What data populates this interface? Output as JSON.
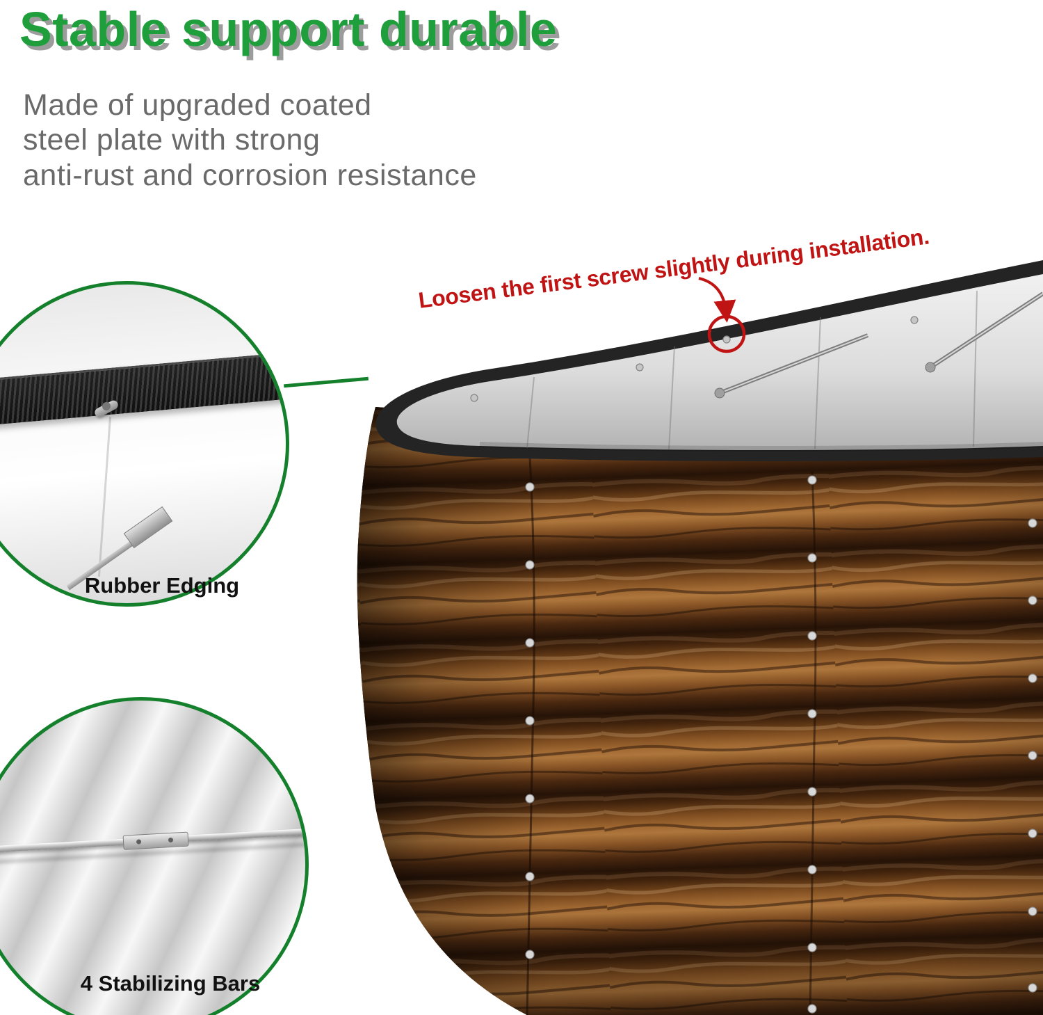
{
  "title": "Stable support durable",
  "description": [
    "Made of upgraded coated",
    "steel plate with strong",
    "anti-rust and corrosion resistance"
  ],
  "annotation": "Loosen the first screw slightly during installation.",
  "callouts": [
    {
      "id": "rubber-edging",
      "label": "Rubber Edging"
    },
    {
      "id": "stabilizing-bars",
      "label": "4 Stabilizing Bars"
    }
  ],
  "colors": {
    "title_green": "#1f9e3c",
    "title_shadow_gray": "#9c9c9c",
    "description_gray": "#6a6a6a",
    "annotation_red": "#c01414",
    "callout_border_green": "#15802c",
    "label_black": "#111111",
    "rubber_black": "#242424",
    "wood_brown": "#7c4b1f",
    "metal_silver": "#d9d9d9"
  }
}
